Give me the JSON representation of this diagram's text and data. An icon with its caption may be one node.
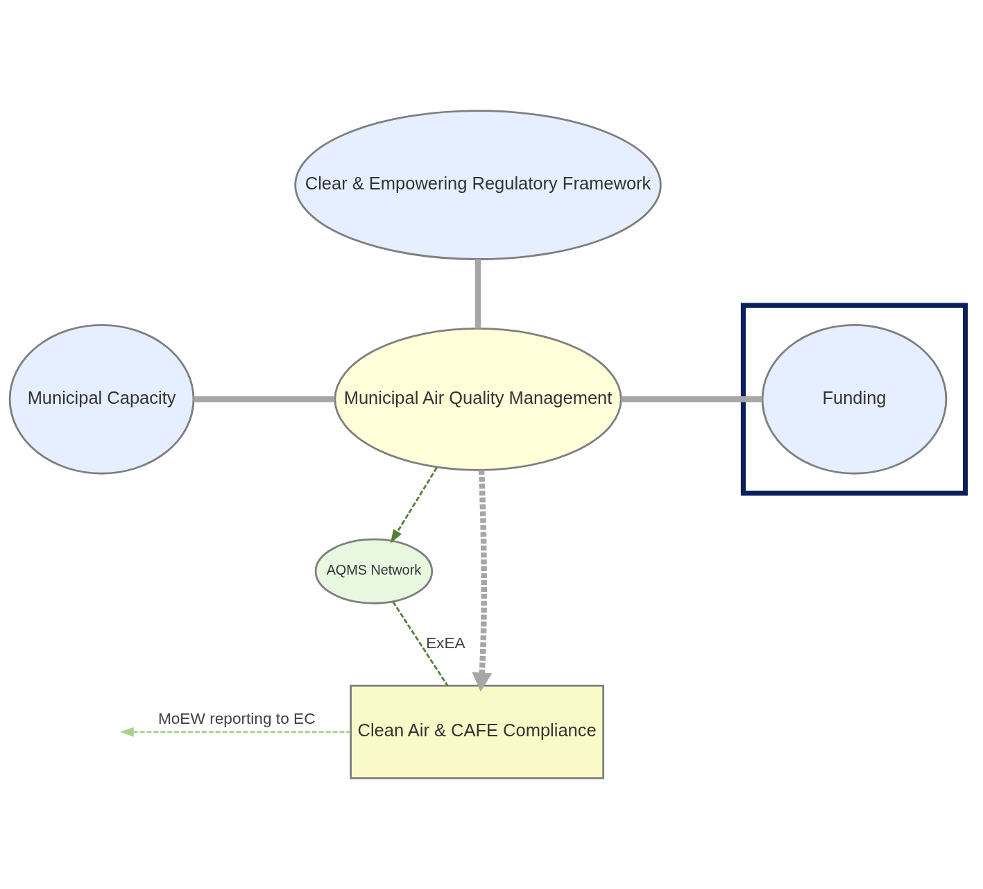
{
  "diagram": {
    "nodes": [
      {
        "text": [
          "Clear & Empowering Regulatory Framework"
        ]
      },
      {
        "text": [
          "Municipal Capacity"
        ]
      },
      {
        "text": [
          "Municipal Air Quality Management"
        ]
      },
      {
        "text": [],
        "shape": "box"
      },
      {
        "text": [
          "Funding"
        ],
        "in": 3
      },
      {
        "text": [
          "AQMS Network"
        ]
      },
      {
        "text": [
          "Clean Air & CAFE Compliance"
        ]
      }
    ],
    "edges": [
      {
        "from": 0,
        "to": 2,
        "arrow": "none"
      },
      {
        "from": 1,
        "to": 2,
        "arrow": "none"
      },
      {
        "from": 2,
        "to": 4,
        "arrow": "none"
      },
      {
        "from": 2,
        "to": 6,
        "arrow": "to",
        "style": "dashed"
      },
      {
        "from": 2,
        "to": 5,
        "arrow": "to",
        "style": "dashed",
        "color": "#548235"
      },
      {
        "from": 5,
        "to": 6,
        "arrow": "none",
        "label": "ExEA",
        "style": "dashed",
        "color": "#548235"
      },
      {
        "from": 6,
        "to": null,
        "arrow": "to",
        "label": "MoEW reporting to EC",
        "style": "dashed",
        "color": "#a9d18e"
      }
    ]
  }
}
